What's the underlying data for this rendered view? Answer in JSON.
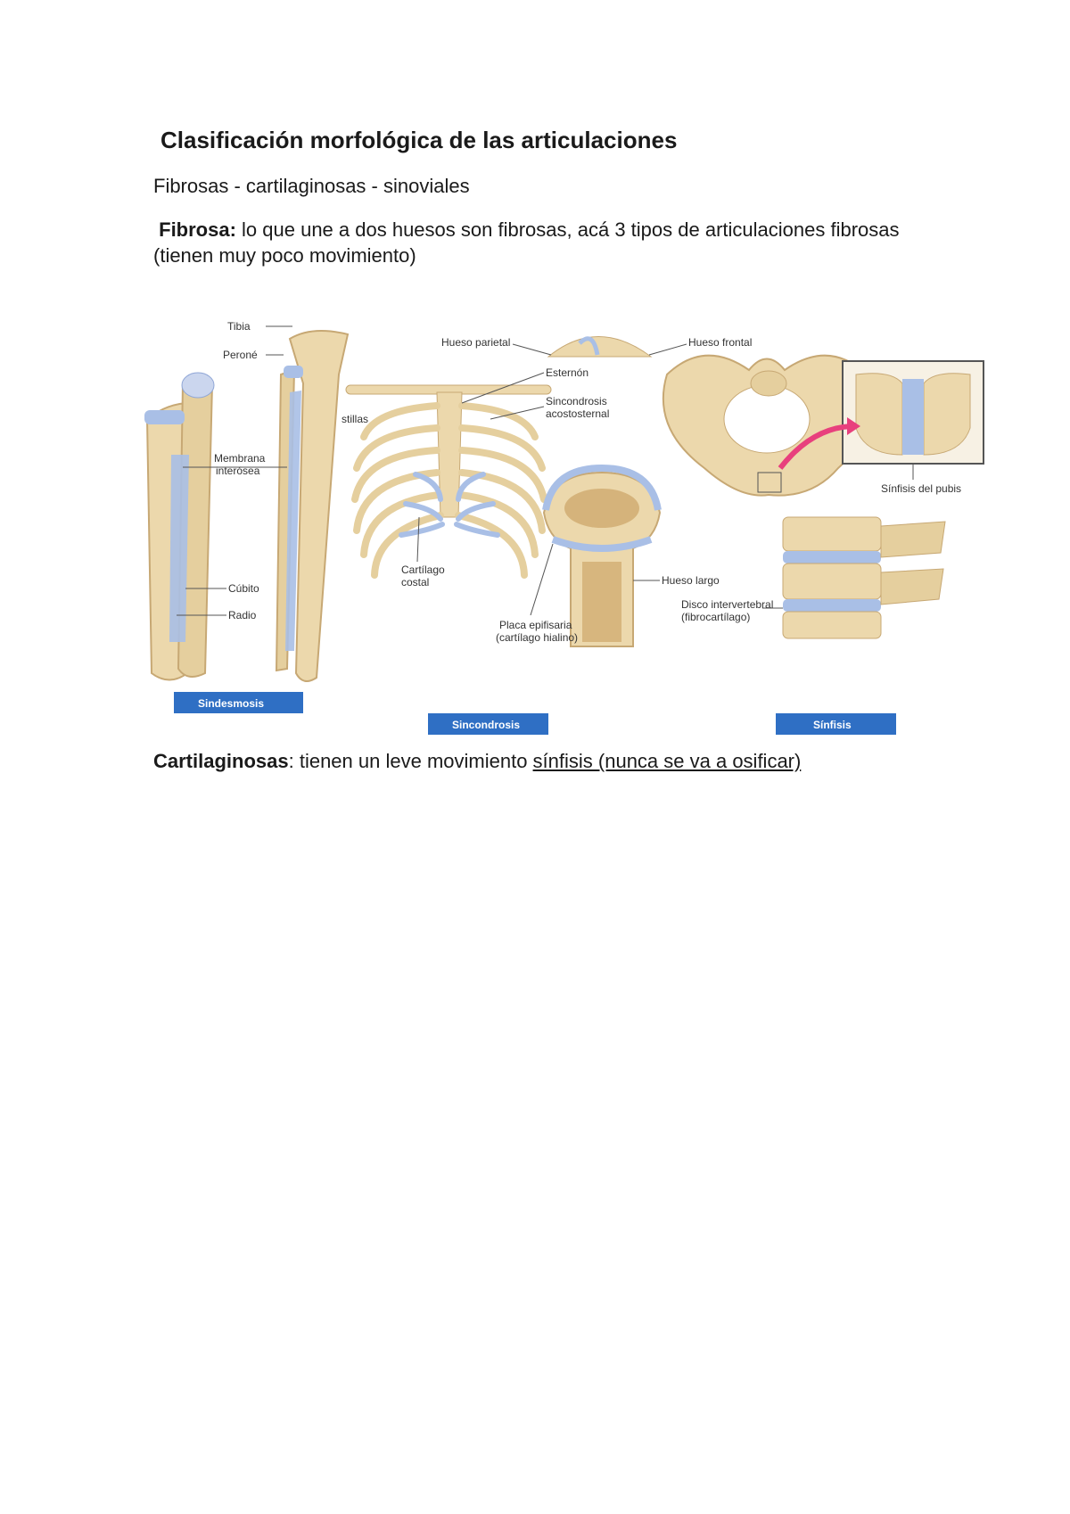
{
  "title": "Clasificación morfológica de las articulaciones",
  "types_line": "Fibrosas - cartilaginosas -  sinoviales",
  "fibrosa": {
    "label": "Fibrosa:",
    "text": " lo que une a dos huesos son fibrosas, acá 3 tipos de articulaciones fibrosas (tienen muy poco movimiento)"
  },
  "cartilaginosas": {
    "label": "Cartilaginosas",
    "text": ": tienen un leve movimiento ",
    "underlined": "sínfisis (nunca se va a osificar)"
  },
  "figure": {
    "labels": {
      "tibia": "Tibia",
      "perone": "Peroné",
      "membrana": "Membrana",
      "interosea": "interósea",
      "cubito": "Cúbito",
      "radio": "Radio",
      "hueso_parietal": "Hueso parietal",
      "hueso_frontal": "Hueso frontal",
      "costillas": "stillas",
      "esternon": "Esternón",
      "sincondrosis1": "Sincondrosis",
      "sincondrosis2": "acostosternal",
      "cartilago1": "Cartílago",
      "cartilago2": "costal",
      "hueso_largo": "Hueso largo",
      "placa1": "Placa epifisaria",
      "placa2": "(cartílago hialino)",
      "sinfisis_pubis": "Sínfisis del pubis",
      "disco1": "Disco intervertebral",
      "disco2": "(fibrocartílago)"
    },
    "captions": {
      "sindesmosis": "Sindesmosis",
      "sincondrosis": "Sincondrosis",
      "sinfisis": "Sínfisis"
    },
    "colors": {
      "bone": "#ecd8ac",
      "bone_dark": "#c7a874",
      "cartilage": "#a9bfe6",
      "caption_bg": "#2f6fc4",
      "arrow": "#e8407d"
    }
  }
}
